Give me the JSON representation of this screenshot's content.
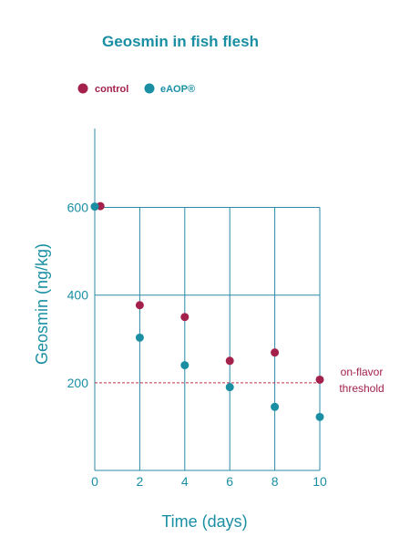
{
  "colors": {
    "teal": "#1a8fa3",
    "crimson": "#a3214a",
    "grid": "#2b8aa6",
    "threshold": "#c0304a"
  },
  "chart_data": {
    "type": "scatter",
    "title": "Geosmin in fish flesh",
    "xlabel": "Time (days)",
    "ylabel": "Geosmin (ng/kg)",
    "xlim": [
      0,
      10
    ],
    "ylim": [
      0,
      780
    ],
    "xticks": [
      0,
      2,
      4,
      6,
      8,
      10
    ],
    "yticks": [
      200,
      400,
      600
    ],
    "legend": "top-left",
    "series": [
      {
        "name": "control",
        "color": "#a3214a",
        "points": [
          [
            0.25,
            603
          ],
          [
            2,
            377
          ],
          [
            4,
            350
          ],
          [
            6,
            250
          ],
          [
            8,
            269
          ],
          [
            10,
            207
          ]
        ]
      },
      {
        "name": "eAOP®",
        "color": "#1a8fa3",
        "points": [
          [
            0,
            602
          ],
          [
            2,
            303
          ],
          [
            4,
            240
          ],
          [
            6,
            190
          ],
          [
            8,
            145
          ],
          [
            10,
            122
          ]
        ]
      }
    ],
    "threshold": {
      "value": 200,
      "label_line1": "on-flavor",
      "label_line2": "threshold"
    }
  }
}
